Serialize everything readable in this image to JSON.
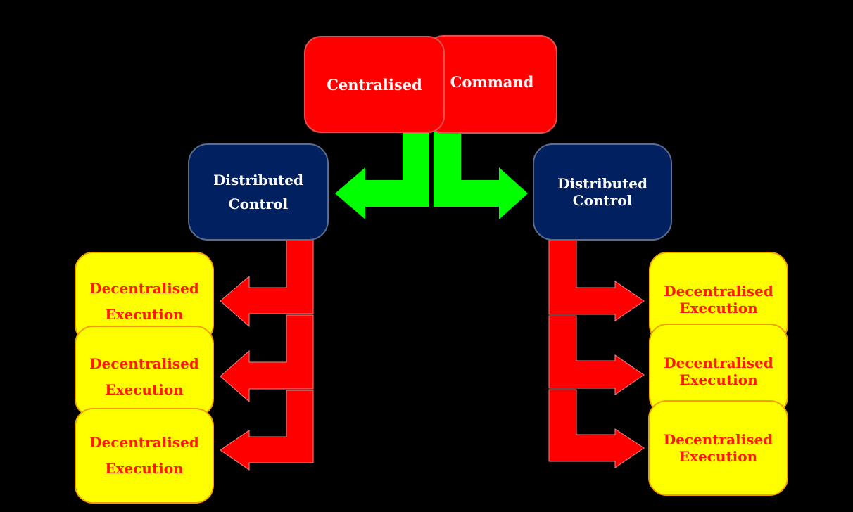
{
  "command": {
    "left_label": "Centralised",
    "right_label": "Command",
    "color": "#ff0000"
  },
  "control": {
    "left": {
      "line1": "Distributed",
      "line2": "Control"
    },
    "right": {
      "line1": "Distributed",
      "line2": "Control"
    },
    "color": "#002060"
  },
  "execution": {
    "left": [
      {
        "line1": "Decentralised",
        "line2": "Execution"
      },
      {
        "line1": "Decentralised",
        "line2": "Execution"
      },
      {
        "line1": "Decentralised",
        "line2": "Execution"
      }
    ],
    "right": [
      {
        "line1": "Decentralised",
        "line2": "Execution"
      },
      {
        "line1": "Decentralised",
        "line2": "Execution"
      },
      {
        "line1": "Decentralised",
        "line2": "Execution"
      }
    ],
    "color": "#ffff00",
    "text_color": "#ff1a00"
  },
  "arrow_colors": {
    "command_to_control": "#00ff00",
    "control_to_execution": "#ff0000"
  }
}
